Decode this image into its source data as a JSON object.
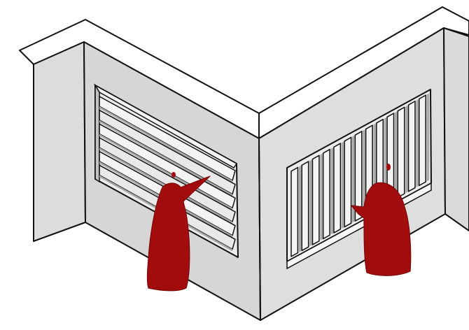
{
  "illustration": {
    "subject": "two-walls-with-louvered-windows-and-figures",
    "colors": {
      "line": "#111111",
      "wall_face": "#d8d8d8",
      "wall_top": "#ffffff",
      "reveal": "#e9e9e9",
      "slat": "#f4f4f4",
      "shadow": "#a9a9a9",
      "figure": "#a20c0c"
    },
    "left_window": {
      "orientation": "horizontal",
      "slat_count": 6
    },
    "right_window": {
      "orientation": "vertical",
      "slat_count": 13
    },
    "figures": [
      {
        "name": "figure-left",
        "at": "left-window"
      },
      {
        "name": "figure-right",
        "at": "right-window"
      }
    ]
  }
}
